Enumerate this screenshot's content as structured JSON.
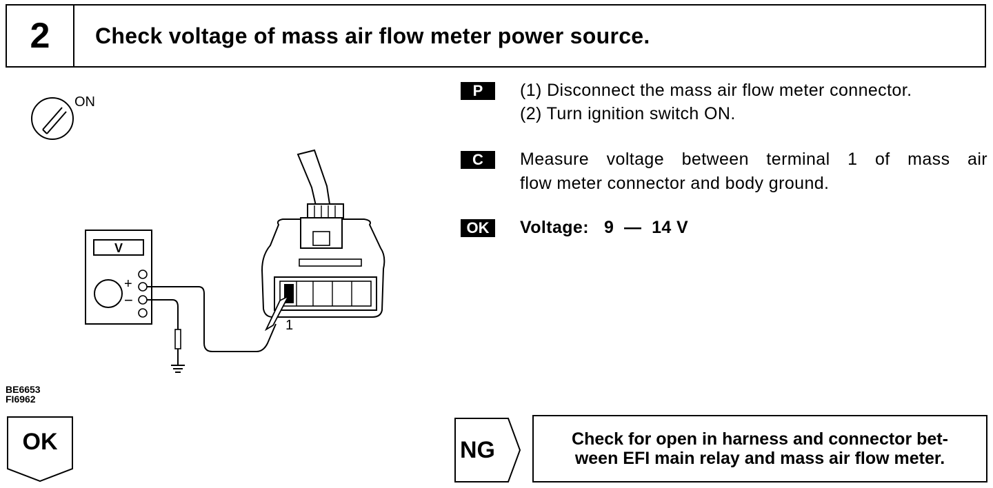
{
  "step": {
    "number": "2",
    "title": "Check voltage of mass air flow meter power source."
  },
  "illustration": {
    "switch_label": "ON",
    "meter_label": "V",
    "plus_label": "+",
    "minus_label": "−",
    "terminal_label": "1"
  },
  "figure_codes": [
    "BE6653",
    "FI6962"
  ],
  "instructions": {
    "prep_tag": "P",
    "prep_lines": [
      "(1) Disconnect the mass air flow meter connector.",
      "(2) Turn ignition switch ON."
    ],
    "check_tag": "C",
    "check_lines": [
      "Measure voltage between terminal 1 of mass air",
      "flow meter connector and body ground."
    ],
    "ok_tag": "OK",
    "ok_spec": "Voltage:   9  —  14 V"
  },
  "result": {
    "ok_label": "OK",
    "ng_label": "NG",
    "ng_action_lines": [
      "Check for open in harness and connector bet-",
      "ween EFI main relay and mass air flow meter."
    ]
  }
}
